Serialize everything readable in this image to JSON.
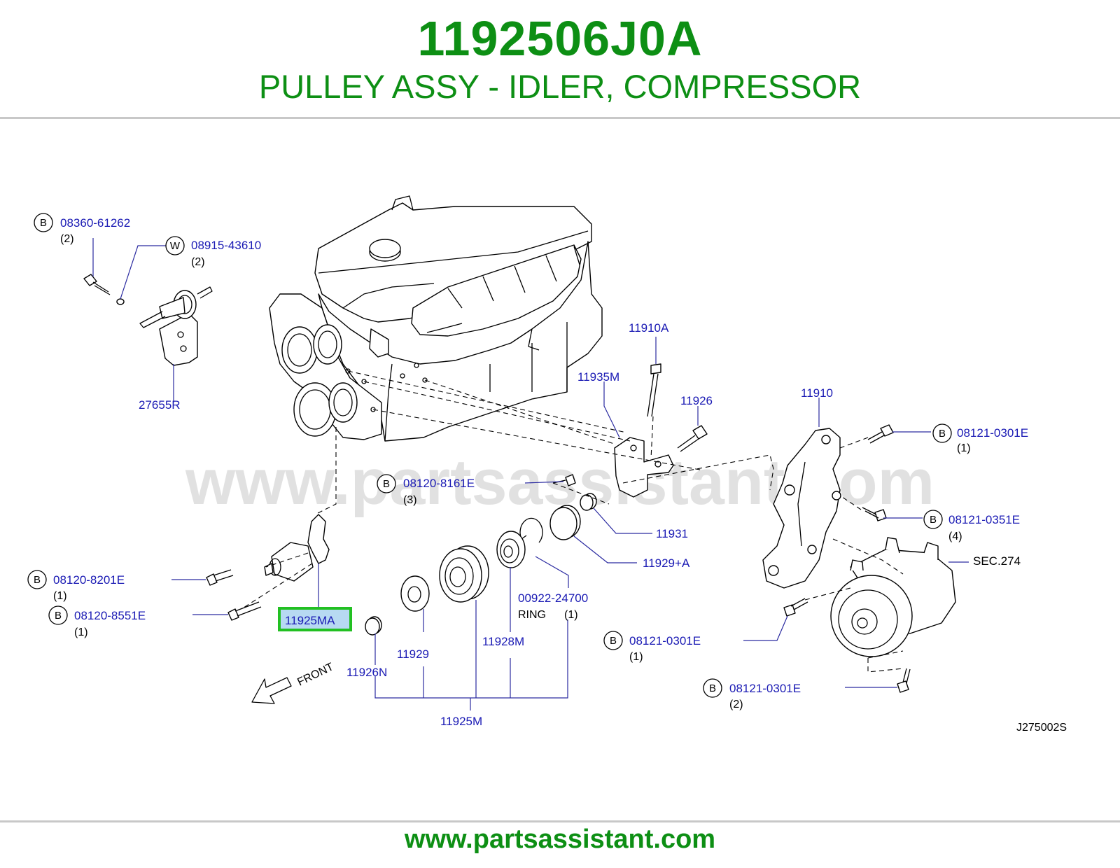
{
  "header": {
    "part_number": "1192506J0A",
    "part_name": "PULLEY ASSY - IDLER, COMPRESSOR"
  },
  "footer": {
    "url": "www.partsassistant.com"
  },
  "watermark": "www.partsassistant.com",
  "diagram_code": "J275002S",
  "front_label": "FRONT",
  "colors": {
    "brand_green": "#0d8f14",
    "callout_blue": "#1a1ab4",
    "highlight_green": "#22c022",
    "highlight_fill": "#b7d9f2"
  },
  "callouts": {
    "c08360": {
      "prefix": "B",
      "number": "08360-61262",
      "qty": "(2)"
    },
    "c08915": {
      "prefix": "W",
      "number": "08915-43610",
      "qty": "(2)"
    },
    "c27655R": {
      "number": "27655R"
    },
    "c11910A": {
      "number": "11910A"
    },
    "c11935M": {
      "number": "11935M"
    },
    "c11926": {
      "number": "11926"
    },
    "c11910": {
      "number": "11910"
    },
    "c08121_0301E_a": {
      "prefix": "B",
      "number": "08121-0301E",
      "qty": "(1)"
    },
    "c08120_8161E": {
      "prefix": "B",
      "number": "08120-8161E",
      "qty": "(3)"
    },
    "c08121_0351E": {
      "prefix": "B",
      "number": "08121-0351E",
      "qty": "(4)"
    },
    "c11931": {
      "number": "11931"
    },
    "c11929A": {
      "number": "11929+A"
    },
    "cSEC274": {
      "number": "SEC.274"
    },
    "c08120_8201E": {
      "prefix": "B",
      "number": "08120-8201E",
      "qty": "(1)"
    },
    "c08120_8551E": {
      "prefix": "B",
      "number": "08120-8551E",
      "qty": "(1)"
    },
    "c11925MA": {
      "number": "11925MA"
    },
    "c00922": {
      "number": "00922-24700",
      "note": "RING",
      "qty": "(1)"
    },
    "c11929": {
      "number": "11929"
    },
    "c11928M": {
      "number": "11928M"
    },
    "c08121_0301E_b": {
      "prefix": "B",
      "number": "08121-0301E",
      "qty": "(1)"
    },
    "c11926N": {
      "number": "11926N"
    },
    "c08121_0301E_c": {
      "prefix": "B",
      "number": "08121-0301E",
      "qty": "(2)"
    },
    "c11925M": {
      "number": "11925M"
    }
  }
}
